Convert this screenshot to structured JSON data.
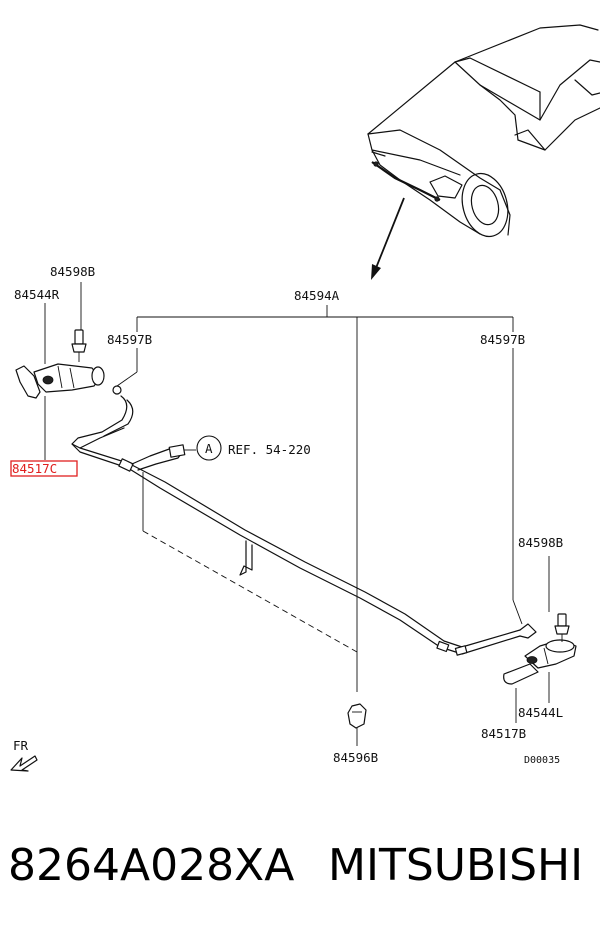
{
  "diagram": {
    "labels": {
      "p84598b_left": "84598B",
      "p84544r": "84544R",
      "p84517c": "84517C",
      "p84597b_left": "84597B",
      "p84594a": "84594A",
      "p84597b_right": "84597B",
      "ref_letter": "A",
      "ref_text": "REF. 54-220",
      "p84598b_right": "84598B",
      "p84544l": "84544L",
      "p84517b": "84517B",
      "p84596b": "84596B",
      "fr": "FR",
      "drawing_code": "D00035"
    },
    "highlight_color": "#e0201f"
  },
  "caption": {
    "part_number": "8264A028XA",
    "brand": "MITSUBISHI"
  }
}
